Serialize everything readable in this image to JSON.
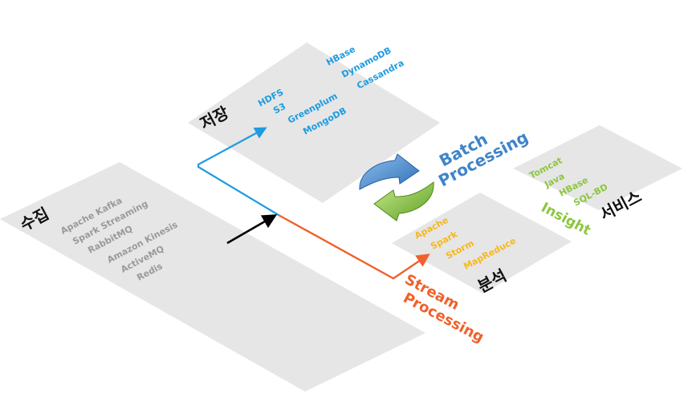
{
  "colors": {
    "panel": "#e6e6e6",
    "storage": "#1f9be0",
    "stream": "#f0612b",
    "analysis": "#f6b81c",
    "service": "#8cc63f",
    "collection": "#9a9a9a",
    "batch_text": "#3f84c9",
    "batch_arrow_blue": "#3f84c9",
    "batch_arrow_green": "#7dbf3a",
    "pointer": "#000000"
  },
  "collection": {
    "title": "수집",
    "items": [
      "Apache Kafka",
      "Spark Streaming",
      "RabbitMQ",
      "Amazon Kinesis",
      "ActiveMQ",
      "Redis"
    ]
  },
  "storage": {
    "title": "저장",
    "items": [
      "HDFS",
      "S3",
      "Greenplum",
      "MongoDB",
      "HBase",
      "DynamoDB",
      "Cassandra"
    ]
  },
  "analysis": {
    "title": "분석",
    "items": [
      "Apache",
      "Spark",
      "Storm",
      "MapReduce"
    ]
  },
  "service": {
    "title": "서비스",
    "items": [
      "Tomcat",
      "Java",
      "HBase",
      "SQL-BD"
    ]
  },
  "flows": {
    "batch_line1": "Batch",
    "batch_line2": "Processing",
    "stream_line1": "Stream",
    "stream_line2": "Processing",
    "insight": "Insight"
  },
  "icons": {
    "batch": "refresh-cycle-icon",
    "pointer": "black-arrow-icon"
  }
}
